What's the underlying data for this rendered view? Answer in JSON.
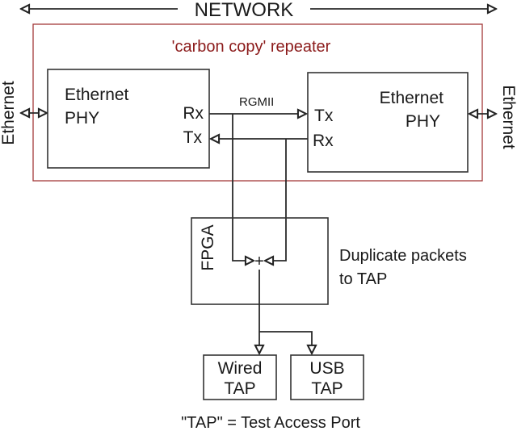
{
  "title": "NETWORK",
  "repeater": {
    "label": "'carbon copy' repeater",
    "color": "#8b1a1a"
  },
  "left_port": {
    "label": "Ethernet"
  },
  "right_port": {
    "label": "Ethernet"
  },
  "left_phy": {
    "line1": "Ethernet",
    "line2": "PHY",
    "rx": "Rx",
    "tx": "Tx"
  },
  "right_phy": {
    "line1": "Ethernet",
    "line2": "PHY",
    "tx": "Tx",
    "rx": "Rx"
  },
  "bus_label": "RGMII",
  "fpga": {
    "label": "FPGA",
    "combiner": "+"
  },
  "fpga_note": {
    "line1": "Duplicate packets",
    "line2": "to TAP"
  },
  "wired_tap": {
    "line1": "Wired",
    "line2": "TAP"
  },
  "usb_tap": {
    "line1": "USB",
    "line2": "TAP"
  },
  "legend": "\"TAP\" = Test Access Port"
}
